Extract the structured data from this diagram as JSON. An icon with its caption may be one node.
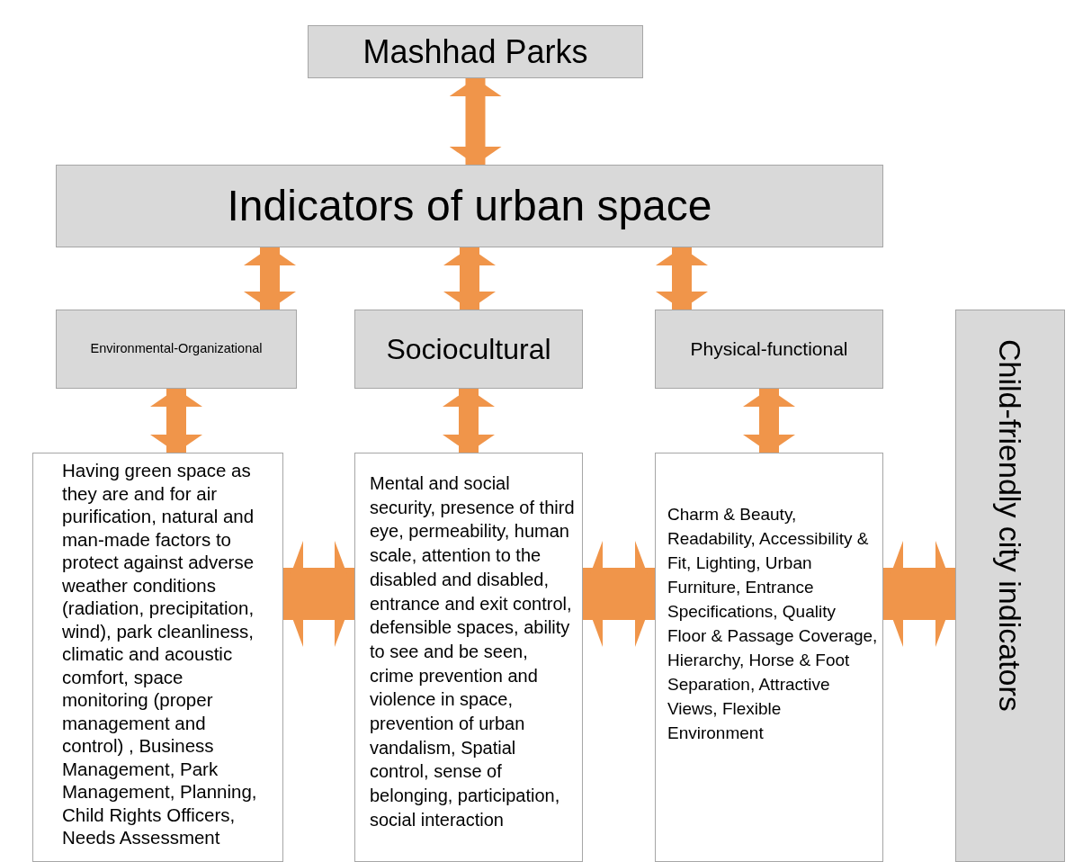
{
  "diagram": {
    "nodes": [
      {
        "text": [
          "Mashhad Parks"
        ]
      },
      {
        "text": [
          "Indicators of urban space"
        ]
      },
      {
        "text": [
          "Environmental-Organizational"
        ]
      },
      {
        "text": [
          "Sociocultural"
        ]
      },
      {
        "text": [
          "Physical-functional"
        ]
      },
      {
        "text": [
          "Child-friendly city indicators"
        ]
      },
      {
        "text": [
          "Having green space as they are and for air purification, natural and man-made factors to protect against adverse weather conditions (radiation, precipitation, wind), park cleanliness, climatic and acoustic comfort, space monitoring (proper management and control) , Business Management, Park Management, Planning, Child Rights Officers, Needs Assessment"
        ]
      },
      {
        "text": [
          "Mental and social security, presence of third eye, permeability, human scale, attention to the disabled and disabled, entrance and exit control, defensible spaces, ability to see and be seen, crime prevention and violence in space, prevention of urban vandalism, Spatial control, sense of belonging, participation, social interaction"
        ]
      },
      {
        "text": [
          "Charm & Beauty, Readability, Accessibility & Fit, Lighting, Urban Furniture, Entrance Specifications, Quality Floor & Passage Coverage, Hierarchy, Horse & Foot Separation, Attractive Views, Flexible Environment"
        ]
      }
    ],
    "edges": [
      {
        "from": 0,
        "to": 1,
        "arrow": "both"
      },
      {
        "from": 1,
        "to": 2,
        "arrow": "both"
      },
      {
        "from": 1,
        "to": 3,
        "arrow": "both"
      },
      {
        "from": 1,
        "to": 4,
        "arrow": "both"
      },
      {
        "from": 2,
        "to": 6,
        "arrow": "both"
      },
      {
        "from": 3,
        "to": 7,
        "arrow": "both"
      },
      {
        "from": 4,
        "to": 8,
        "arrow": "both"
      },
      {
        "from": 6,
        "to": 7,
        "arrow": "both",
        "style": "thick"
      },
      {
        "from": 7,
        "to": 8,
        "arrow": "both",
        "style": "thick"
      },
      {
        "from": 8,
        "to": 5,
        "arrow": "both",
        "style": "thick"
      }
    ]
  }
}
